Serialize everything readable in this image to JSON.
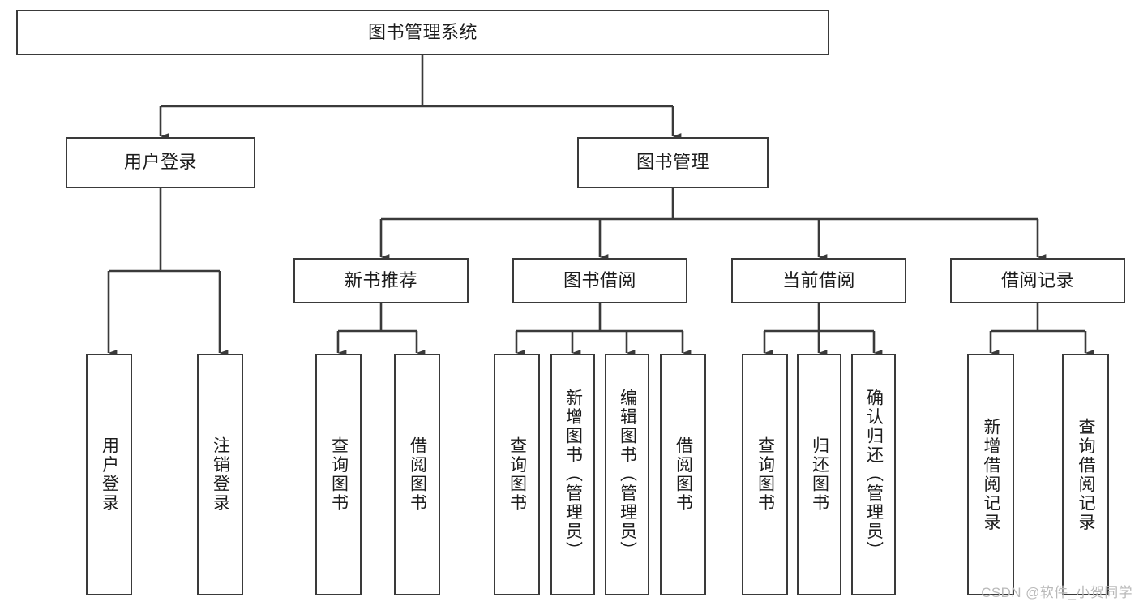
{
  "diagram": {
    "title": "图书管理系统",
    "type": "tree-hierarchy-chart",
    "orientation": "top-down",
    "colors": {
      "box_border": "#3a3a3a",
      "box_fill": "#ffffff",
      "edge": "#3a3a3a",
      "text": "#1c1c1c",
      "watermark": "#b9b9b9",
      "background": "#ffffff"
    }
  },
  "root": {
    "label": "图书管理系统"
  },
  "level1": [
    {
      "label": "用户登录"
    },
    {
      "label": "图书管理"
    }
  ],
  "level2": [
    {
      "label": "新书推荐"
    },
    {
      "label": "图书借阅"
    },
    {
      "label": "当前借阅"
    },
    {
      "label": "借阅记录"
    }
  ],
  "leaves": {
    "user_login": [
      {
        "label": "用户登录"
      },
      {
        "label": "注销登录"
      }
    ],
    "new_book_recommend": [
      {
        "label": "查询图书"
      },
      {
        "label": "借阅图书"
      }
    ],
    "book_borrow": [
      {
        "label": "查询图书"
      },
      {
        "label": "新增图书（管理员）"
      },
      {
        "label": "编辑图书（管理员）"
      },
      {
        "label": "借阅图书"
      }
    ],
    "current_borrow": [
      {
        "label": "查询图书"
      },
      {
        "label": "归还图书"
      },
      {
        "label": "确认归还（管理员）"
      }
    ],
    "borrow_record": [
      {
        "label": "新增借阅记录"
      },
      {
        "label": "查询借阅记录"
      }
    ]
  },
  "watermark": {
    "text": "CSDN @软件_小贺同学"
  },
  "chart_data": {
    "type": "table",
    "title": "图书管理系统 功能结构图",
    "nodes": [
      {
        "id": "root",
        "label": "图书管理系统",
        "level": 0,
        "parent": null
      },
      {
        "id": "n1",
        "label": "用户登录",
        "level": 1,
        "parent": "root"
      },
      {
        "id": "n2",
        "label": "图书管理",
        "level": 1,
        "parent": "root"
      },
      {
        "id": "n1a",
        "label": "用户登录",
        "level": 2,
        "parent": "n1"
      },
      {
        "id": "n1b",
        "label": "注销登录",
        "level": 2,
        "parent": "n1"
      },
      {
        "id": "n2a",
        "label": "新书推荐",
        "level": 2,
        "parent": "n2"
      },
      {
        "id": "n2b",
        "label": "图书借阅",
        "level": 2,
        "parent": "n2"
      },
      {
        "id": "n2c",
        "label": "当前借阅",
        "level": 2,
        "parent": "n2"
      },
      {
        "id": "n2d",
        "label": "借阅记录",
        "level": 2,
        "parent": "n2"
      },
      {
        "id": "n2a1",
        "label": "查询图书",
        "level": 3,
        "parent": "n2a"
      },
      {
        "id": "n2a2",
        "label": "借阅图书",
        "level": 3,
        "parent": "n2a"
      },
      {
        "id": "n2b1",
        "label": "查询图书",
        "level": 3,
        "parent": "n2b"
      },
      {
        "id": "n2b2",
        "label": "新增图书（管理员）",
        "level": 3,
        "parent": "n2b"
      },
      {
        "id": "n2b3",
        "label": "编辑图书（管理员）",
        "level": 3,
        "parent": "n2b"
      },
      {
        "id": "n2b4",
        "label": "借阅图书",
        "level": 3,
        "parent": "n2b"
      },
      {
        "id": "n2c1",
        "label": "查询图书",
        "level": 3,
        "parent": "n2c"
      },
      {
        "id": "n2c2",
        "label": "归还图书",
        "level": 3,
        "parent": "n2c"
      },
      {
        "id": "n2c3",
        "label": "确认归还（管理员）",
        "level": 3,
        "parent": "n2c"
      },
      {
        "id": "n2d1",
        "label": "新增借阅记录",
        "level": 3,
        "parent": "n2d"
      },
      {
        "id": "n2d2",
        "label": "查询借阅记录",
        "level": 3,
        "parent": "n2d"
      }
    ]
  }
}
